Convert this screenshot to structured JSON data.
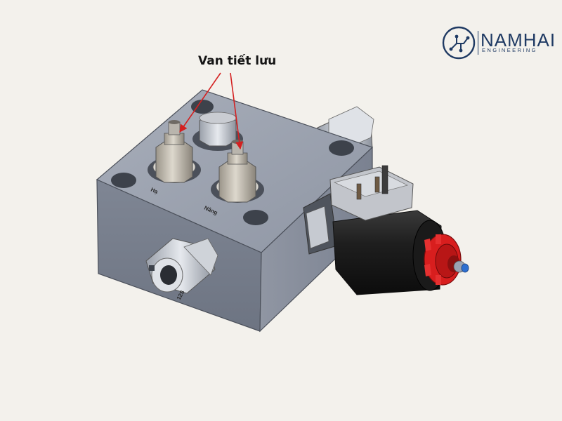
{
  "callout": {
    "label": "Van tiết lưu"
  },
  "logo": {
    "name": "NAMHAI",
    "tagline": "ENGINEERING",
    "color": "#1f3a63"
  },
  "block_labels": {
    "port_left": "Hạ",
    "port_right": "Nâng",
    "fitting_size": "12S"
  },
  "colors": {
    "block": "#8e95a3",
    "solenoid": "#1b1b1b",
    "knob": "#d81e1e",
    "arrow": "#d42020",
    "background": "#f3f1ec"
  }
}
